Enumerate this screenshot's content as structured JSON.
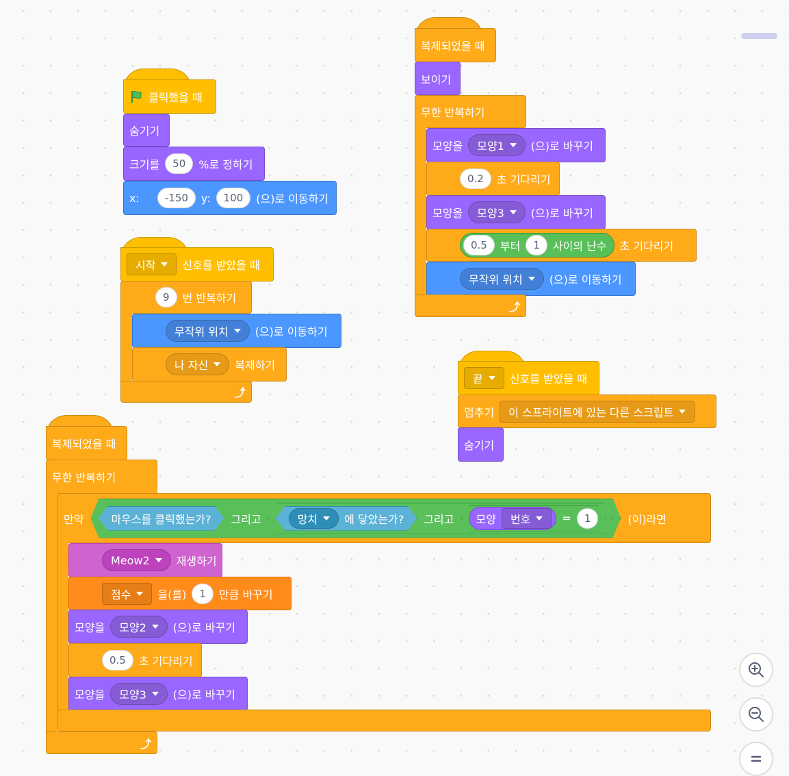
{
  "script1": {
    "hat": "클릭했을 때",
    "hide": "숨기기",
    "size_pre": "크기를",
    "size_val": "50",
    "size_post": "%로 정하기",
    "x_label": "x:",
    "x_val": "-150",
    "y_label": "y:",
    "y_val": "100",
    "goto_post": "(으)로 이동하기"
  },
  "script2": {
    "hat_dd": "시작",
    "hat_text": "신호를 받았을 때",
    "repeat_val": "9",
    "repeat_text": "번 반복하기",
    "goto_dd": "무작위 위치",
    "goto_text": "(으)로 이동하기",
    "clone_dd": "나 자신",
    "clone_text": "복제하기"
  },
  "script3": {
    "hat": "복제되었을 때",
    "show": "보이기",
    "forever": "무한 반복하기",
    "costume_pre": "모양을",
    "costume1_dd": "모양1",
    "costume_post": "(으)로 바꾸기",
    "wait_val": "0.2",
    "wait_text": "초 기다리기",
    "costume3_dd": "모양3",
    "rand_from": "0.5",
    "rand_mid": "부터",
    "rand_to": "1",
    "rand_text": "사이의 난수",
    "wait_text2": "초 기다리기",
    "goto_dd": "무작위 위치",
    "goto_text": "(으)로 이동하기"
  },
  "script4": {
    "hat_dd": "끝",
    "hat_text": "신호를 받았을 때",
    "stop_label": "멈추기",
    "stop_dd": "이 스프라이트에 있는 다른 스크립트",
    "hide": "숨기기"
  },
  "script5": {
    "hat": "복제되었을 때",
    "forever": "무한 반복하기",
    "if_label": "만약",
    "mouse_down": "마우스를 클릭했는가?",
    "and1": "그리고",
    "touch_dd": "망치",
    "touch_text": "에 닿았는가?",
    "and2": "그리고",
    "costume_label": "모양",
    "costume_dd": "번호",
    "eq": "=",
    "eq_val": "1",
    "then": "(이)라면",
    "sound_dd": "Meow2",
    "sound_text": "재생하기",
    "var_dd": "점수",
    "var_mid": "을(를)",
    "var_val": "1",
    "var_text": "만큼 바꾸기",
    "costume_pre": "모양을",
    "costume2_dd": "모양2",
    "costume_post": "(으)로 바꾸기",
    "wait_val": "0.5",
    "wait_text": "초 기다리기",
    "costume3_dd": "모양3",
    "costume_post2": "(으)로 바꾸기"
  },
  "zoom": {
    "zoom_in": "zoom-in-icon",
    "zoom_out": "zoom-out-icon",
    "reset": "reset-zoom-icon"
  }
}
